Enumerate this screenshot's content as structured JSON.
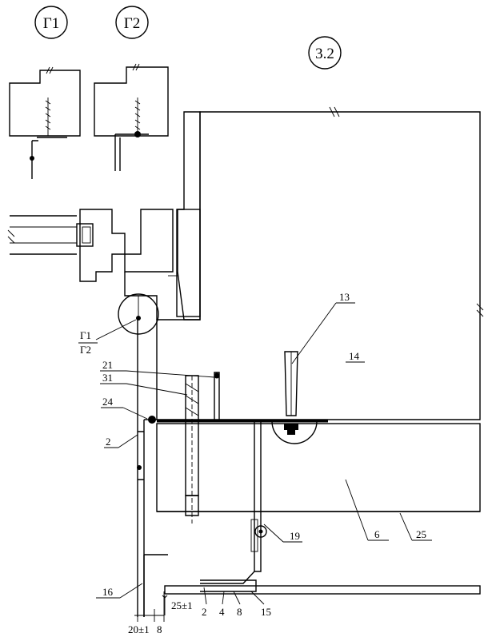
{
  "drawing": {
    "circles": {
      "g1": "Г1",
      "g2": "Г2",
      "node": "3.2"
    },
    "callouts": {
      "detail_top": "Г1",
      "detail_bottom": "Г2",
      "c13": "13",
      "c14": "14",
      "c21": "21",
      "c31": "31",
      "c24": "24",
      "c2a": "2",
      "c19": "19",
      "c6": "6",
      "c25": "25",
      "c16": "16",
      "c2b": "2",
      "c4": "4",
      "c8b": "8",
      "c15": "15"
    },
    "dimensions": {
      "d25": "25±1",
      "d20": "20±1",
      "d8": "8"
    }
  }
}
